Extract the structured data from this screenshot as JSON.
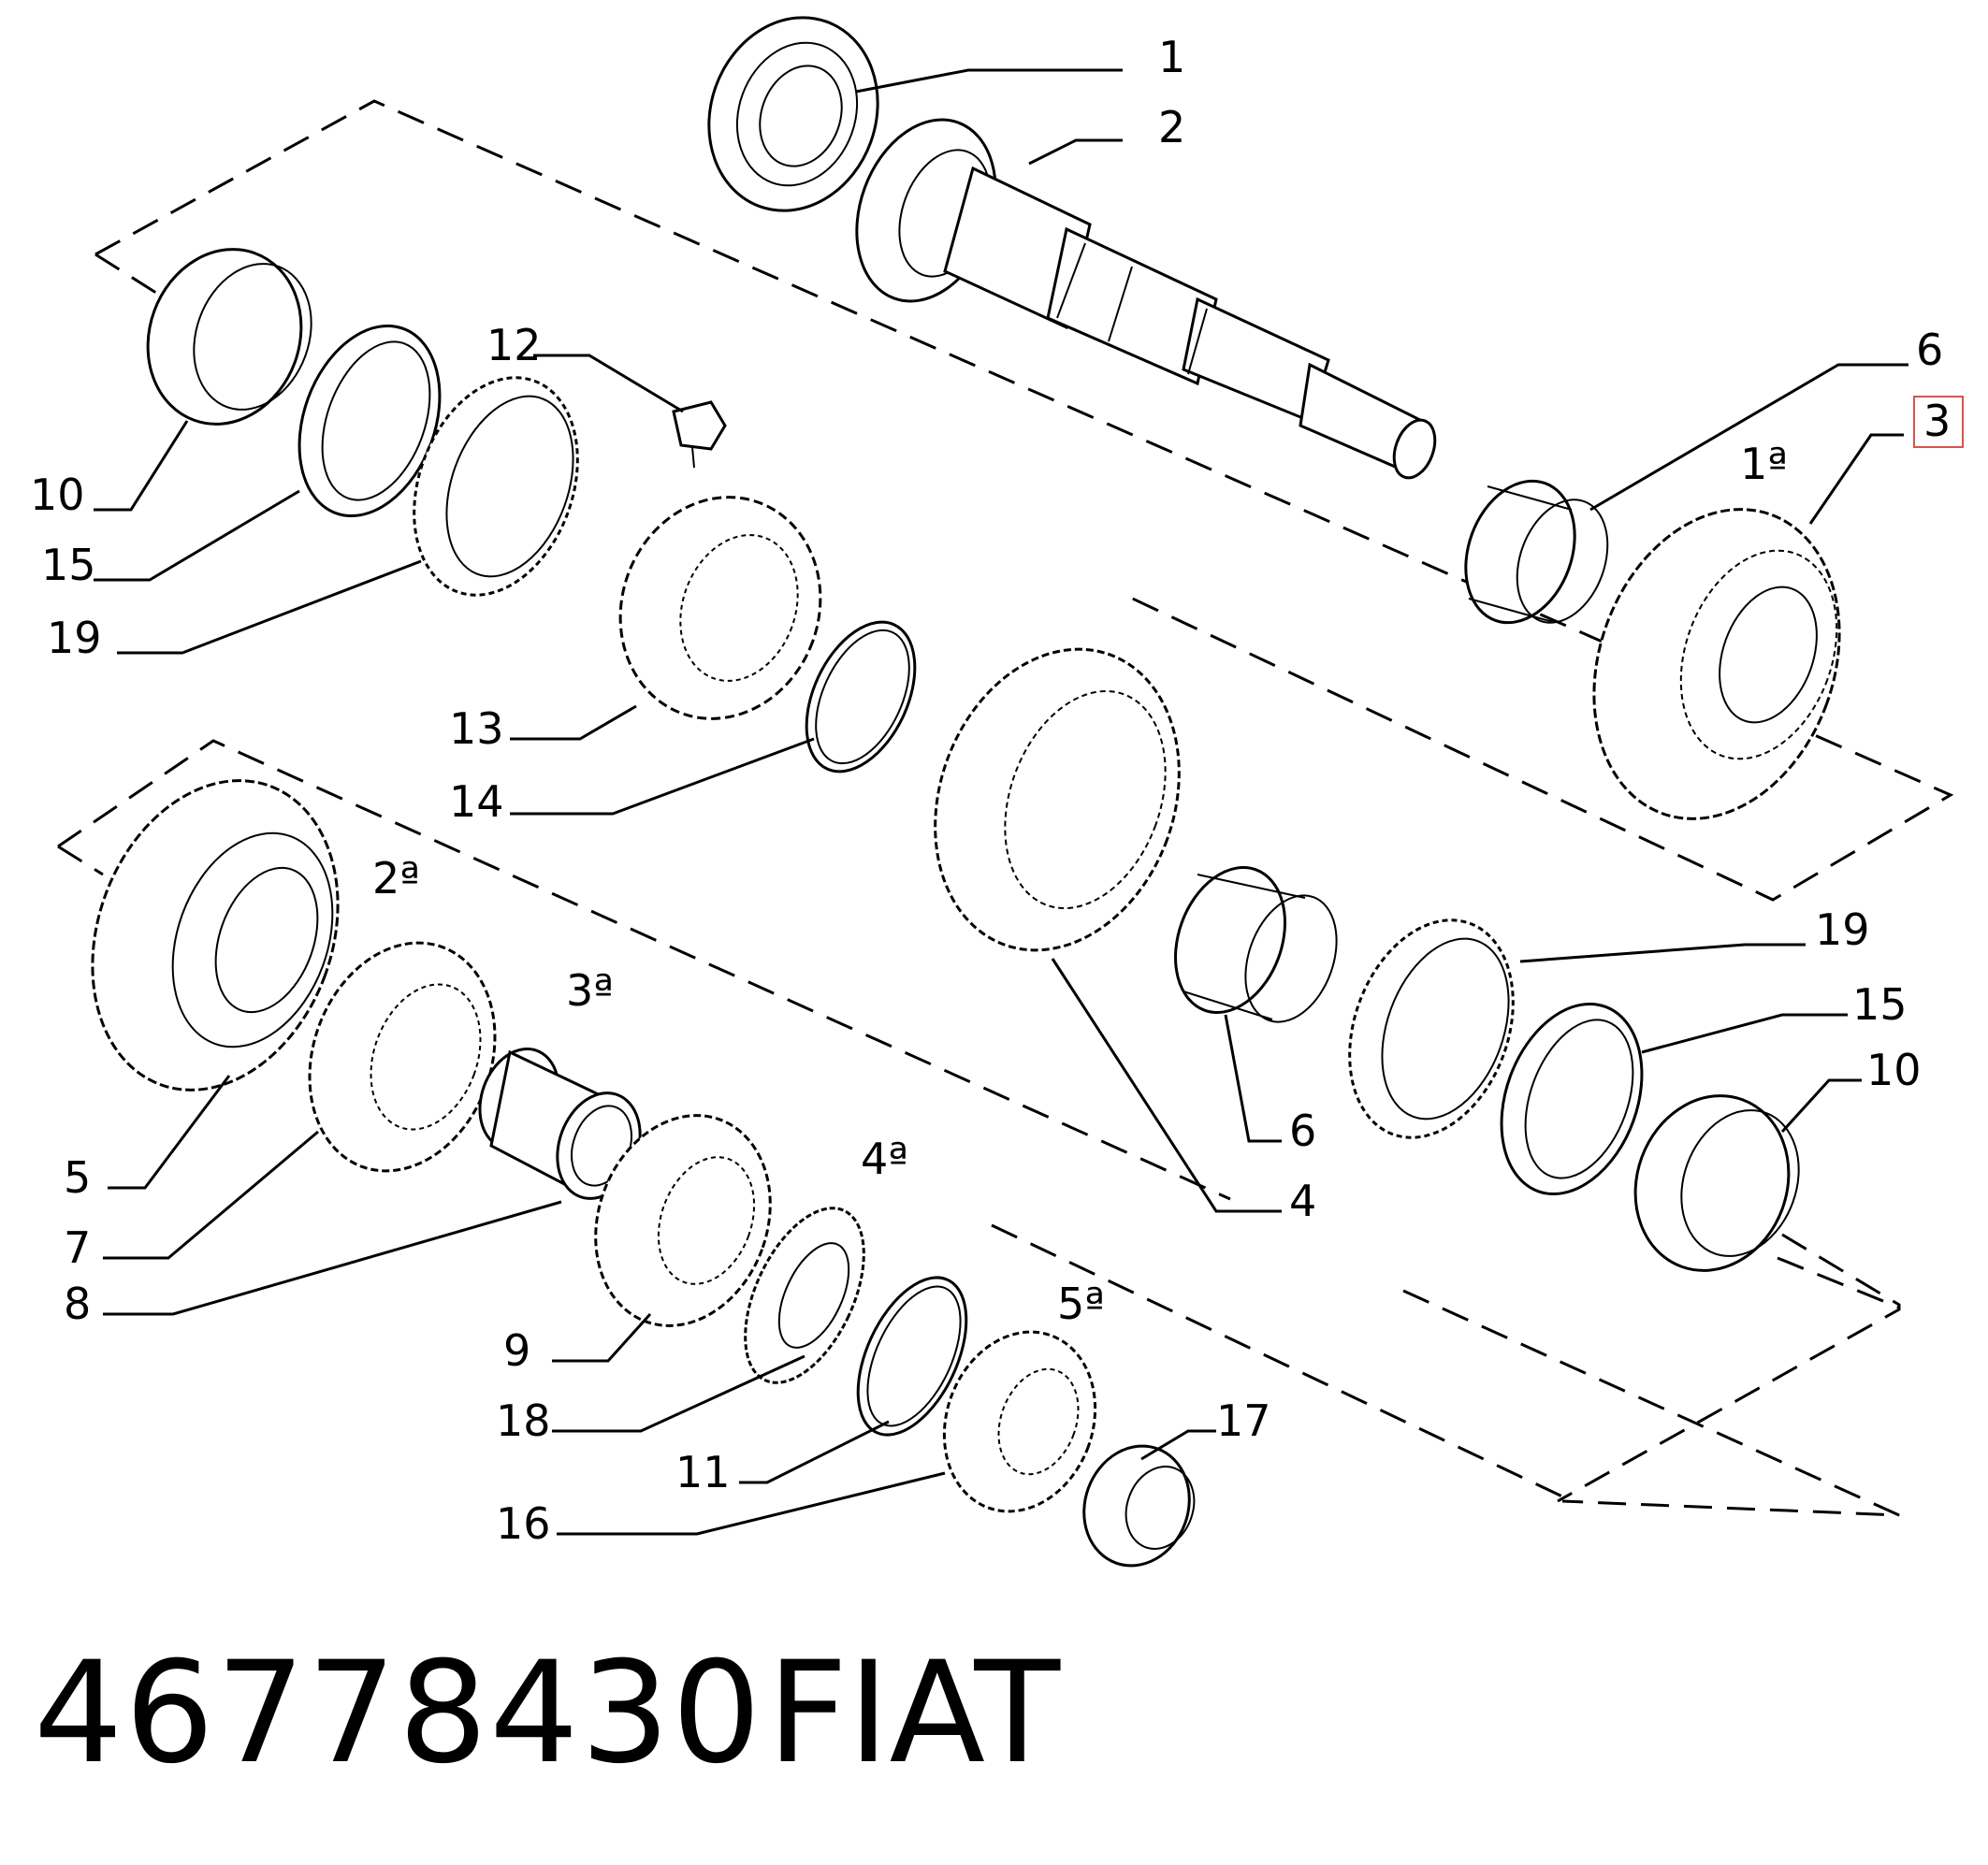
{
  "callouts": {
    "c1": "1",
    "c2": "2",
    "c3": "3",
    "c4": "4",
    "c5": "5",
    "c6a": "6",
    "c6b": "6",
    "c7": "7",
    "c8": "8",
    "c9": "9",
    "c10a": "10",
    "c10b": "10",
    "c11": "11",
    "c12": "12",
    "c13": "13",
    "c14": "14",
    "c15a": "15",
    "c15b": "15",
    "c16": "16",
    "c17": "17",
    "c18": "18",
    "c19a": "19",
    "c19b": "19"
  },
  "gears": {
    "g1": "1ª",
    "g2": "2ª",
    "g3": "3ª",
    "g4": "4ª",
    "g5": "5ª"
  },
  "footer": {
    "part_number": "46778430",
    "brand": "FIAT"
  },
  "colors": {
    "highlight": "#d9534f"
  }
}
